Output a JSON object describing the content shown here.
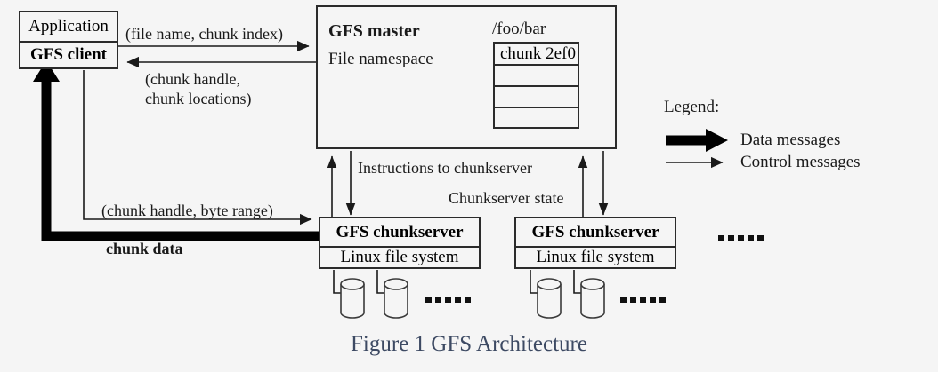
{
  "figure": {
    "caption": "Figure 1 GFS Architecture",
    "background": "#f5f5f5",
    "line_color": "#2b2b2b",
    "caption_color": "#3d4a63"
  },
  "client_box": {
    "application_label": "Application",
    "gfs_client_label": "GFS client"
  },
  "master_box": {
    "title": "GFS master",
    "namespace_label": "File namespace",
    "file_path_label": "/foo/bar",
    "chunk_table": {
      "rows": [
        "chunk 2ef0",
        "",
        "",
        ""
      ]
    }
  },
  "chunkservers": [
    {
      "title": "GFS chunkserver",
      "filesystem_label": "Linux file system"
    },
    {
      "title": "GFS chunkserver",
      "filesystem_label": "Linux file system"
    }
  ],
  "messages": {
    "file_name_chunk_index": "(file name, chunk index)",
    "chunk_handle_locations_line1": "(chunk handle,",
    "chunk_handle_locations_line2": "chunk locations)",
    "chunk_handle_byte_range": "(chunk handle, byte range)",
    "chunk_data": "chunk data",
    "instructions_to_chunkserver": "Instructions to chunkserver",
    "chunkserver_state": "Chunkserver state"
  },
  "legend": {
    "title": "Legend:",
    "data_messages": "Data messages",
    "control_messages": "Control messages"
  },
  "ellipsis": {
    "dot_count": 5
  }
}
